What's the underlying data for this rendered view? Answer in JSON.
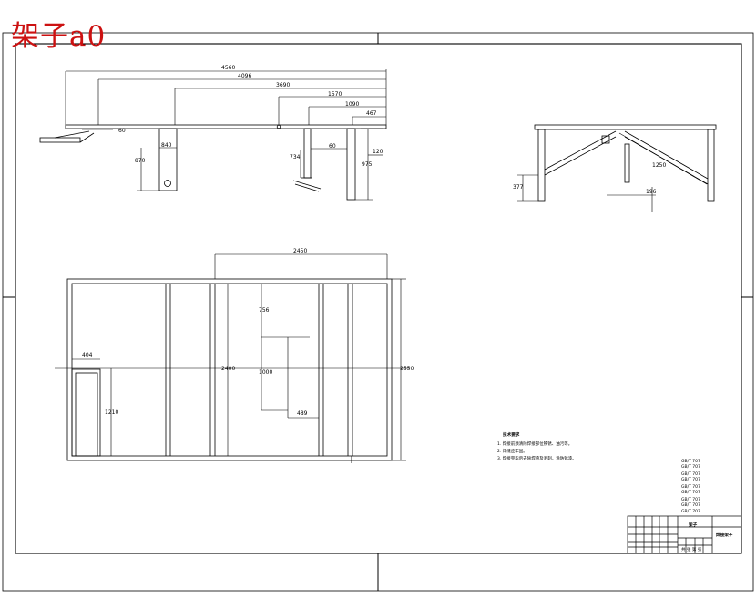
{
  "title": "架子a0",
  "front_view": {
    "dims": [
      "4560",
      "4096",
      "3690",
      "1570",
      "1090",
      "467",
      "60",
      "840",
      "870",
      "734",
      "60",
      "120",
      "975"
    ]
  },
  "side_view": {
    "dims": [
      "377",
      "1250",
      "196"
    ]
  },
  "plan_view": {
    "dims": [
      "2450",
      "404",
      "756",
      "2400",
      "1000",
      "2550",
      "1210",
      "489"
    ]
  },
  "tech_notes": {
    "heading": "技术要求",
    "lines": [
      "1. 焊接前须清除焊接部位铁锈、油污等。",
      "2. 焊缝应牢固。",
      "3. 焊接完毕后去除焊渣及毛刺，涂防锈漆。"
    ]
  },
  "standards_list": [
    "GB/T 707",
    "GB/T 707",
    "GB/T 707",
    "GB/T 707",
    "GB/T 707",
    "GB/T 707",
    "GB/T 707",
    "GB/T 707",
    "GB/T 707"
  ],
  "title_block": {
    "main_label": "架子",
    "drawing_name": "焊接架子",
    "sheet_info": "共 张 第 张"
  }
}
